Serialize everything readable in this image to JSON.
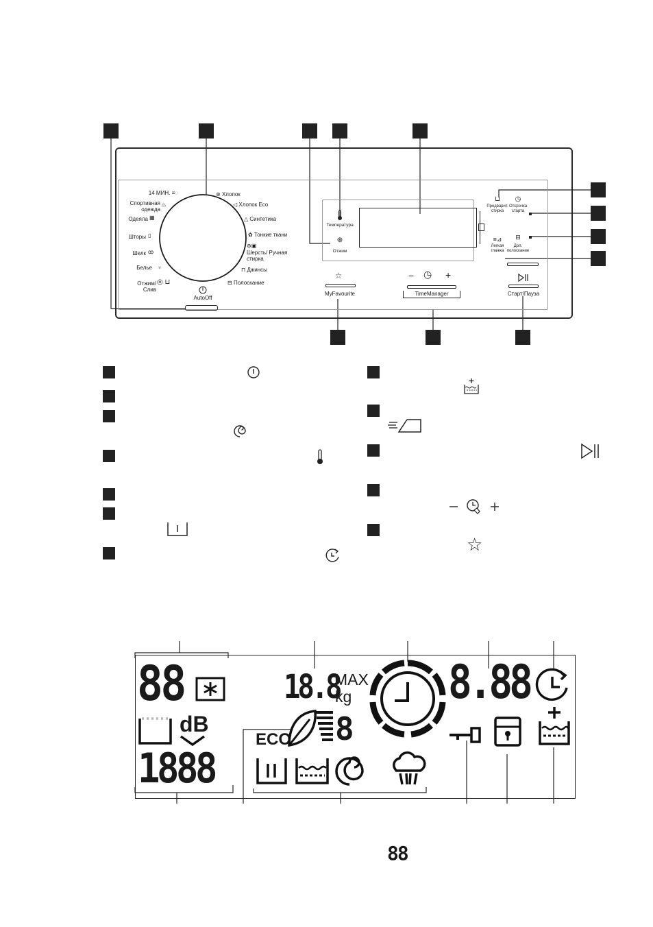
{
  "panel": {
    "programs_left": [
      {
        "label": "14 МИН.",
        "icon": "quick-wash-icon"
      },
      {
        "label": "Спортивная одежда",
        "icon": "sportswear-icon"
      },
      {
        "label": "Одеяла",
        "icon": "duvet-icon"
      },
      {
        "label": "Шторы",
        "icon": "curtains-icon"
      },
      {
        "label": "Шелк",
        "icon": "silk-icon"
      },
      {
        "label": "Белье",
        "icon": "lingerie-icon"
      },
      {
        "label": "Отжим/ Слив",
        "icon": "spin-drain-icon"
      }
    ],
    "programs_right": [
      {
        "label": "Хлопок",
        "icon": "cotton-icon"
      },
      {
        "label": "Хлопок Eco",
        "icon": "cotton-eco-icon"
      },
      {
        "label": "Синтетика",
        "icon": "synthetics-icon"
      },
      {
        "label": "Тонкие ткани",
        "icon": "delicates-icon"
      },
      {
        "label": "Шерсть/ Ручная стирка",
        "icon": "wool-icon"
      },
      {
        "label": "Джинсы",
        "icon": "jeans-icon"
      },
      {
        "label": "Полоскание",
        "icon": "rinse-icon"
      }
    ],
    "autooff_label": "AutoOff",
    "temperature_label": "Температура",
    "spin_label": "Отжим",
    "prewash_label": "Предварит. стирка",
    "delay_start_label": "Отсрочка старта",
    "easy_iron_label": "Легкая глажка",
    "extra_rinse_label": "Доп. полоскание",
    "myfavourite_label": "MyFavourite",
    "timemanager_label": "TimeManager",
    "start_pause_label": "Старт/Пауза"
  },
  "display": {
    "left_digits": "88",
    "weight_digits": "18.8",
    "max_label": "MAX",
    "kg_label": "kg",
    "time_digits": "8.88",
    "db_label": "dB",
    "speed_digits": "1888",
    "eco_label": "ECO",
    "small_digit": "8"
  },
  "footer": {
    "digits": "88"
  }
}
